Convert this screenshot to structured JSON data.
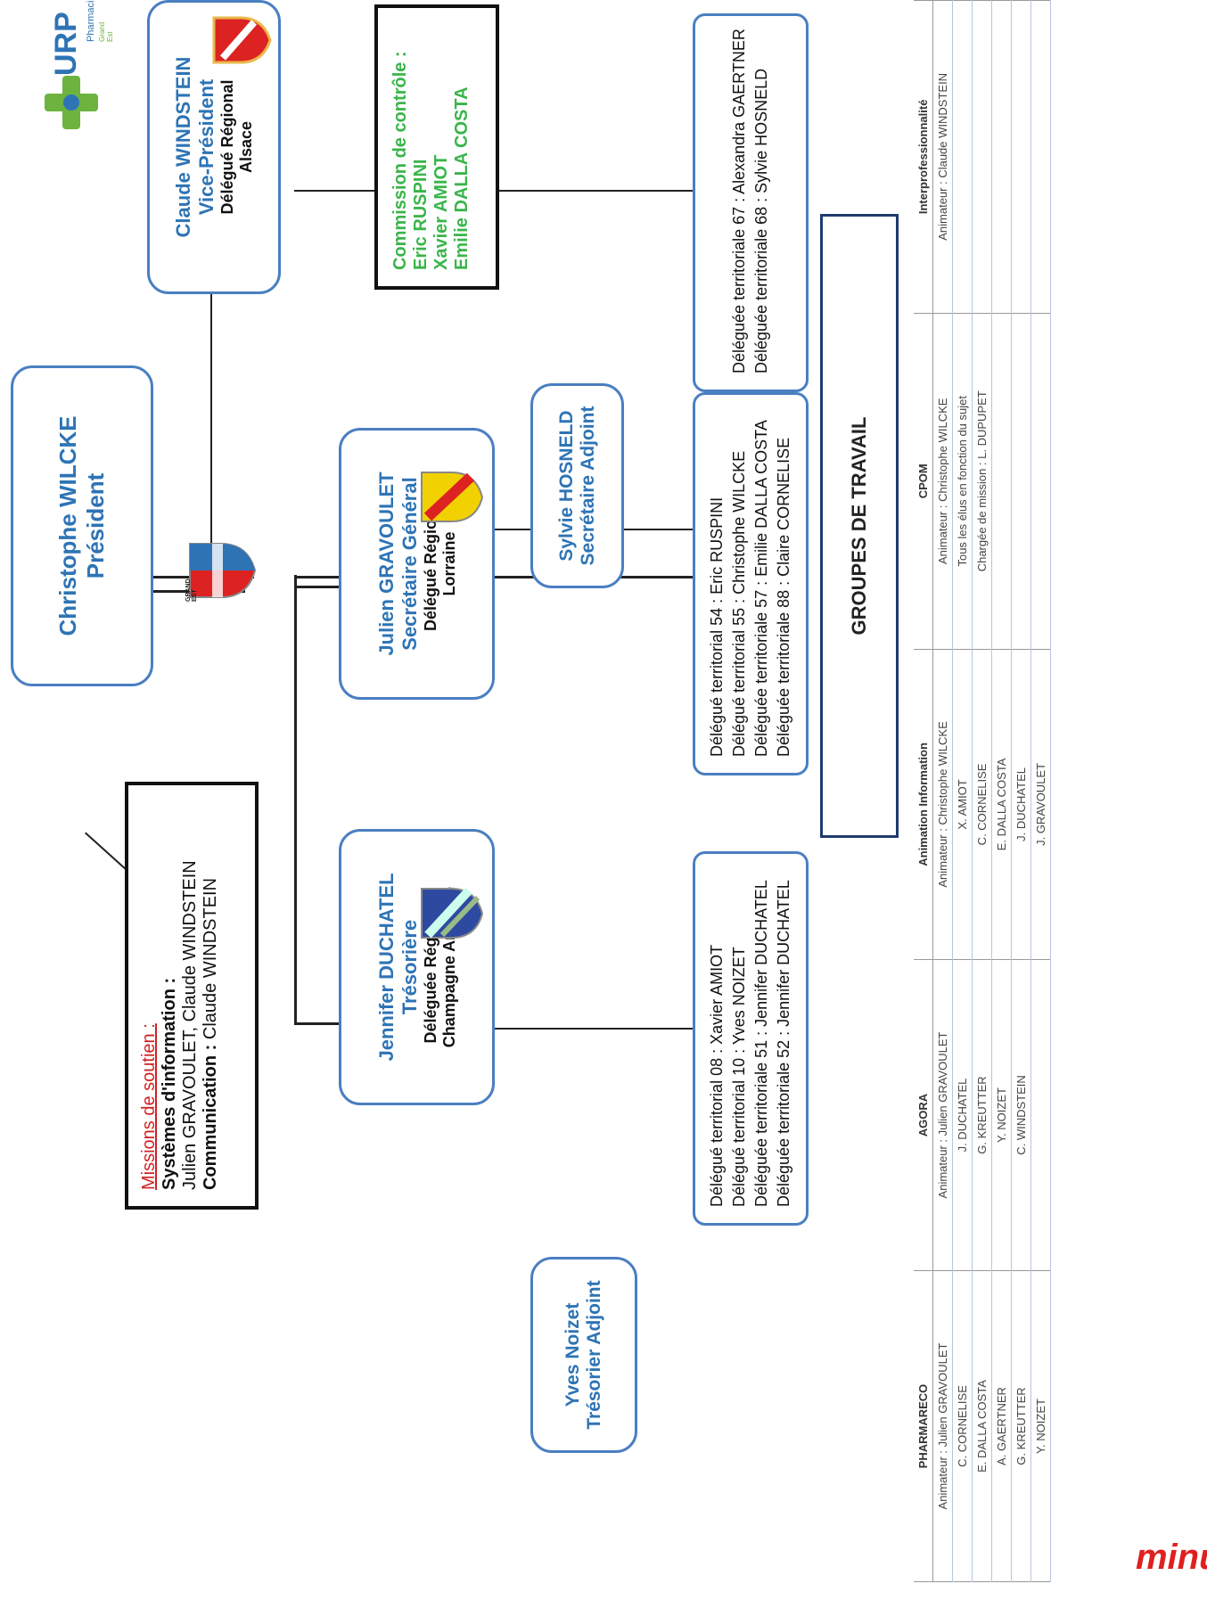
{
  "logo": {
    "name": "URP",
    "subtitle": "Pharmaciens",
    "region": "Grand Est"
  },
  "stamp": "dernière minute",
  "president": {
    "name": "Christophe WILCKE",
    "role": "Président"
  },
  "vice_president": {
    "name": "Claude WINDSTEIN",
    "role": "Vice-Président",
    "delegation_line1": "Délégué Régional",
    "delegation_line2": "Alsace"
  },
  "secretary": {
    "name": "Julien GRAVOULET",
    "role": "Secrétaire Général",
    "delegation_line1": "Délégué Régional",
    "delegation_line2": "Lorraine"
  },
  "treasurer": {
    "name": "Jennifer DUCHATEL",
    "role": "Trésorière",
    "delegation_line1": "Déléguée Régionale",
    "delegation_line2": "Champagne Ardenne"
  },
  "deputy_secretary": {
    "name": "Sylvie HOSNELD",
    "role": "Secrétaire Adjoint"
  },
  "deputy_treasurer": {
    "name": "Yves Noizet",
    "role": "Trésorier Adjoint"
  },
  "grand_est_label": "GRAND EST",
  "control_commission": {
    "title": "Commission de contrôle :",
    "members": [
      "Eric RUSPINI",
      "Xavier AMIOT",
      "Emilie DALLA COSTA"
    ]
  },
  "support_missions": {
    "title": "Missions de soutien :",
    "info_label": "Systèmes d'information :",
    "info_people": "Julien GRAVOULET, Claude WINDSTEIN",
    "comm_label": "Communication :",
    "comm_people": "Claude WINDSTEIN"
  },
  "territorial_champagne": [
    "Délégué territorial 08 : Xavier AMIOT",
    "Délégué territorial 10 : Yves NOIZET",
    "Déléguée territoriale 51 : Jennifer DUCHATEL",
    "Déléguée territoriale 52 : Jennifer DUCHATEL"
  ],
  "territorial_lorraine": [
    "Délégué territorial 54 : Eric RUSPINI",
    "Délégué territorial 55 : Christophe WILCKE",
    "Déléguée territoriale 57 : Emilie DALLA COSTA",
    "Déléguée territoriale 88 : Claire CORNELISE"
  ],
  "territorial_alsace": [
    "Déléguée territoriale 67 : Alexandra GAERTNER",
    "Déléguée territoriale 68 : Sylvie HOSNELD"
  ],
  "work_groups_title": "GROUPES DE TRAVAIL",
  "work_groups": [
    {
      "name": "PHARMARECO",
      "rows": [
        "Animateur : Julien GRAVOULET",
        "C. CORNELISE",
        "E. DALLA COSTA",
        "A. GAERTNER",
        "G. KREUTTER",
        "Y. NOIZET"
      ]
    },
    {
      "name": "AGORA",
      "rows": [
        "Animateur : Julien GRAVOULET",
        "J. DUCHATEL",
        "G. KREUTTER",
        "Y. NOIZET",
        "C. WINDSTEIN",
        ""
      ]
    },
    {
      "name": "Animation Information",
      "rows": [
        "Animateur : Christophe WILCKE",
        "X. AMIOT",
        "C. CORNELISE",
        "E. DALLA COSTA",
        "J. DUCHATEL",
        "J. GRAVOULET"
      ]
    },
    {
      "name": "CPOM",
      "rows": [
        "Animateur : Christophe WILCKE",
        "Tous les élus en fonction du sujet",
        "Chargée de mission : L. DUPUPET",
        "",
        "",
        ""
      ]
    },
    {
      "name": "Interprofessionnalité",
      "rows": [
        "Animateur : Claude WINDSTEIN",
        "",
        "",
        "",
        "",
        ""
      ]
    }
  ],
  "colors": {
    "box_border": "#4a7fc1",
    "name_text": "#2e74b5",
    "commission_text": "#39b54a",
    "stamp": "#e02020"
  }
}
